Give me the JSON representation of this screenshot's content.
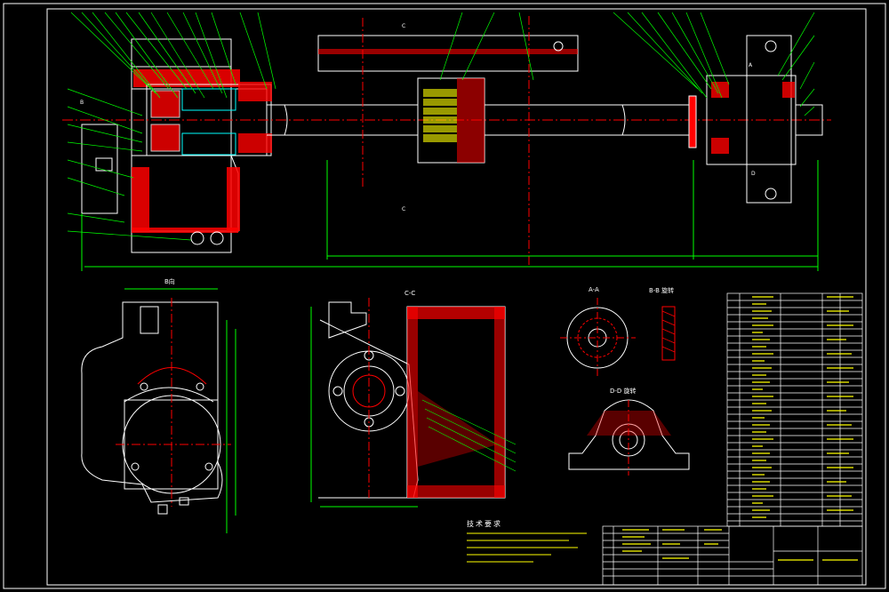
{
  "views": {
    "b_view": "B向",
    "c_section": "C-C",
    "a_section": "A-A",
    "b_section": "B-B 旋转",
    "d_section": "D-D 旋转"
  },
  "technical_requirements": {
    "title": "技术要求"
  },
  "section_markers": {
    "c_top": "C",
    "c_bottom": "C",
    "a_marker": "A",
    "b_marker": "B",
    "d_marker": "D"
  }
}
